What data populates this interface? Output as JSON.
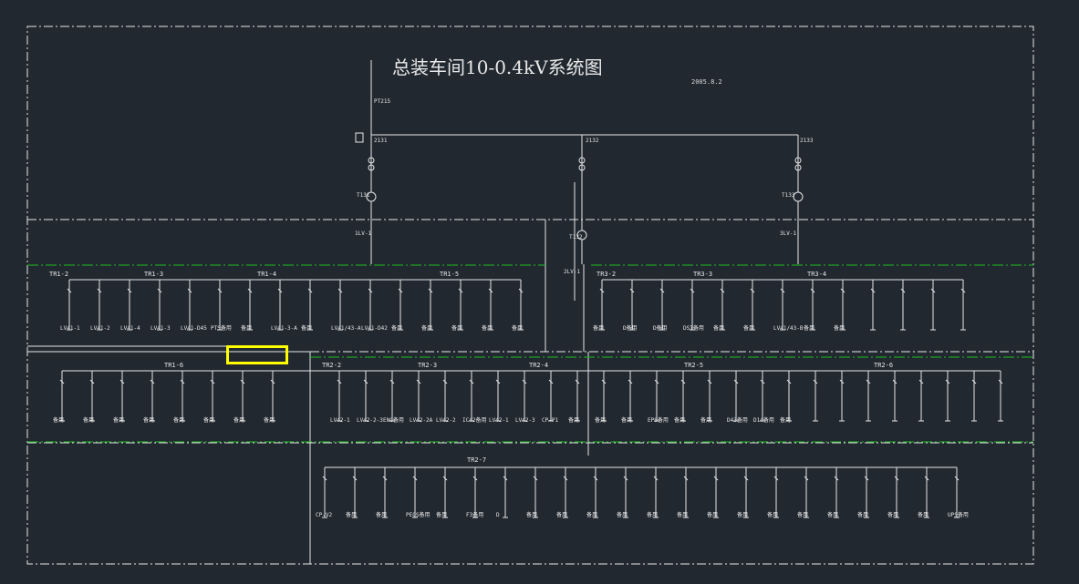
{
  "drawing": {
    "title": "总装车间10-0.4kV系统图",
    "date": "2005.8.2"
  },
  "hv": {
    "incoming": "PT215",
    "feeders": [
      "2131",
      "2132",
      "2133"
    ],
    "transformers": [
      "T131",
      "T132",
      "T133"
    ],
    "main_breakers": [
      "1LV-1",
      "2LV-1",
      "3LV-1"
    ]
  },
  "groups": {
    "tr1_2": "TR1-2",
    "tr1_3": "TR1-3",
    "tr1_4": "TR1-4",
    "tr1_5": "TR1-5",
    "tr3_2": "TR3-2",
    "tr3_3": "TR3-3",
    "tr3_4": "TR3-4",
    "tr1_6": "TR1-6",
    "tr2_2": "TR2-2",
    "tr2_3": "TR2-3",
    "tr2_4": "TR2-4",
    "tr2_5": "TR2-5",
    "tr2_6": "TR2-6",
    "tr2_7": "TR2-7"
  },
  "row1_labels": [
    "LV41-1",
    "LV41-2",
    "LV41-4",
    "LV41-3",
    "LV41-D45",
    "PTS备用",
    "备用",
    "LV41-3-A",
    "备用",
    "LV41/43-A",
    "LV41-D42",
    "备用",
    "备用",
    "备用",
    "备用",
    "备用",
    "备用",
    "D备用",
    "D备用",
    "DST备用",
    "备用",
    "备用",
    "LV41/43-B",
    "备用",
    "备用"
  ],
  "row2_labels": [
    "备用",
    "备用",
    "备用",
    "备用",
    "备用",
    "备用",
    "备用",
    "备用",
    "LV42-1",
    "LV42-2-3",
    "ENC备用",
    "LV42-2A",
    "LV42-2",
    "IC42备用",
    "LV42-1",
    "LV42-3",
    "CP-P1",
    "备用",
    "备用",
    "备用",
    "EPS备用",
    "备用",
    "备用",
    "D43备用",
    "D14备用",
    "备用"
  ],
  "row3_labels": [
    "CP-V2",
    "备用",
    "备用",
    "PEGS备用",
    "备用",
    "F3备用",
    "D",
    "备用",
    "备用",
    "备用",
    "备用",
    "备用",
    "备用",
    "备用",
    "备用",
    "备用",
    "备用",
    "备用",
    "备用",
    "备用",
    "备用",
    "UPS备用"
  ]
}
